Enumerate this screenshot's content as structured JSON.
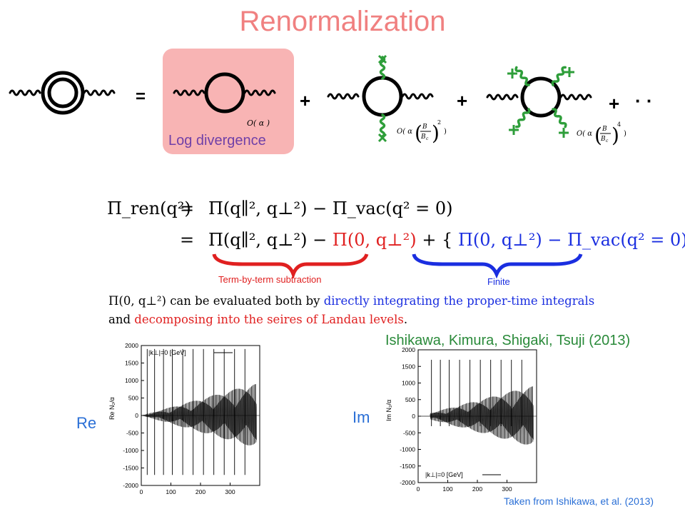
{
  "title": "Renormalization",
  "diagram": {
    "equals": "=",
    "plus": "+",
    "dots": "· ·",
    "order1": "O( α )",
    "order2_prefix": "O( α",
    "order2_suffix": ")",
    "order2_power": "2",
    "order4_power": "4",
    "frac_top": "B",
    "frac_bottom": "B",
    "frac_bottom_sub": "c",
    "log_divergence": "Log divergence"
  },
  "equations": {
    "eq1_lhs": "Π_ren(q²)",
    "eq1_rhs": "Π(q∥², q⊥²) − Π_vac(q² = 0)",
    "eq2_rhs_black": "Π(q∥², q⊥²) −",
    "eq2_rhs_red": "Π(0, q⊥²)",
    "eq2_rhs_plus": "+ {",
    "eq2_rhs_blue": "Π(0, q⊥²) − Π_vac(q² = 0)",
    "eq2_rhs_close": "}",
    "equals": "="
  },
  "annotations": {
    "red_brace": "Term-by-term subtraction",
    "blue_brace": "Finite"
  },
  "paragraph": {
    "line1_black1": "Π(0, q⊥²) can be evaluated both by",
    "line1_blue": "directly integrating the proper-time integrals",
    "line2_black1": "and",
    "line2_red": "decomposing into the seires of Landau levels",
    "line2_end": "."
  },
  "citation": "Ishikawa, Kimura, Shigaki, Tsuji (2013)",
  "plots": [
    {
      "label": "Re",
      "ylabel": "Re N₂/α",
      "legend": "|k⊥|=0 [GeV]",
      "yticks": [
        "2000",
        "1500",
        "1000",
        "500",
        "0",
        "-500",
        "-1000",
        "-1500",
        "-2000"
      ],
      "xticks": [
        "0",
        "100",
        "200",
        "300"
      ]
    },
    {
      "label": "Im",
      "ylabel": "Im N₂/α",
      "legend": "|k⊥|=0 [GeV]",
      "yticks": [
        "2000",
        "1500",
        "1000",
        "500",
        "0",
        "-500",
        "-1000",
        "-1500",
        "-2000"
      ],
      "xticks": [
        "0",
        "100",
        "200",
        "300"
      ]
    }
  ],
  "credit": "Taken from Ishikawa, et al. (2013)",
  "colors": {
    "title": "#f08080",
    "log_box": "#f8b4b4",
    "red": "#e02020",
    "blue": "#1a2ee0",
    "green": "#2a8a3a",
    "wiggle_green": "#2e9e3a",
    "label_blue": "#2a6fd6"
  }
}
